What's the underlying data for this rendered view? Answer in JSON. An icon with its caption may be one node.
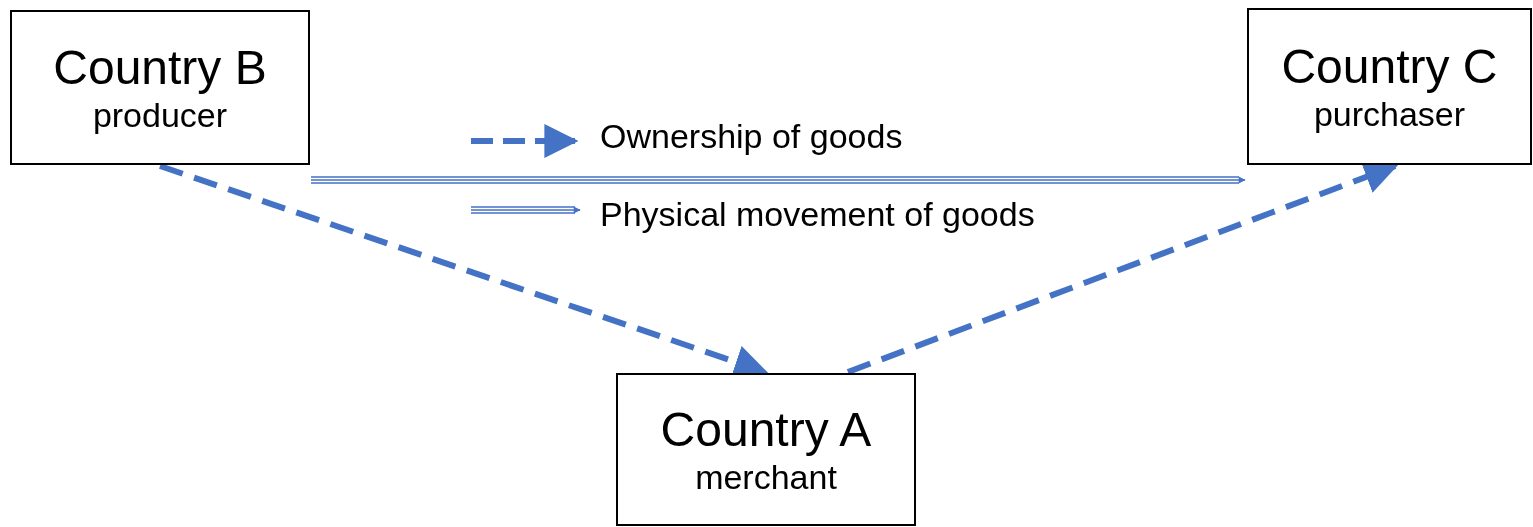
{
  "diagram": {
    "nodes": [
      {
        "text": [
          "Country B",
          "producer"
        ]
      },
      {
        "text": [
          "Country C",
          "purchaser"
        ]
      },
      {
        "text": [
          "Country A",
          "merchant"
        ]
      }
    ],
    "edges": [
      {
        "from": 0,
        "to": 2,
        "arrow": "to",
        "style": "dashed"
      },
      {
        "from": 2,
        "to": 1,
        "arrow": "to",
        "style": "dashed"
      },
      {
        "from": 0,
        "to": 1,
        "arrow": "to"
      }
    ],
    "legend": [
      {
        "text": "Ownership of goods"
      },
      {
        "text": "Physical movement of goods"
      }
    ]
  }
}
